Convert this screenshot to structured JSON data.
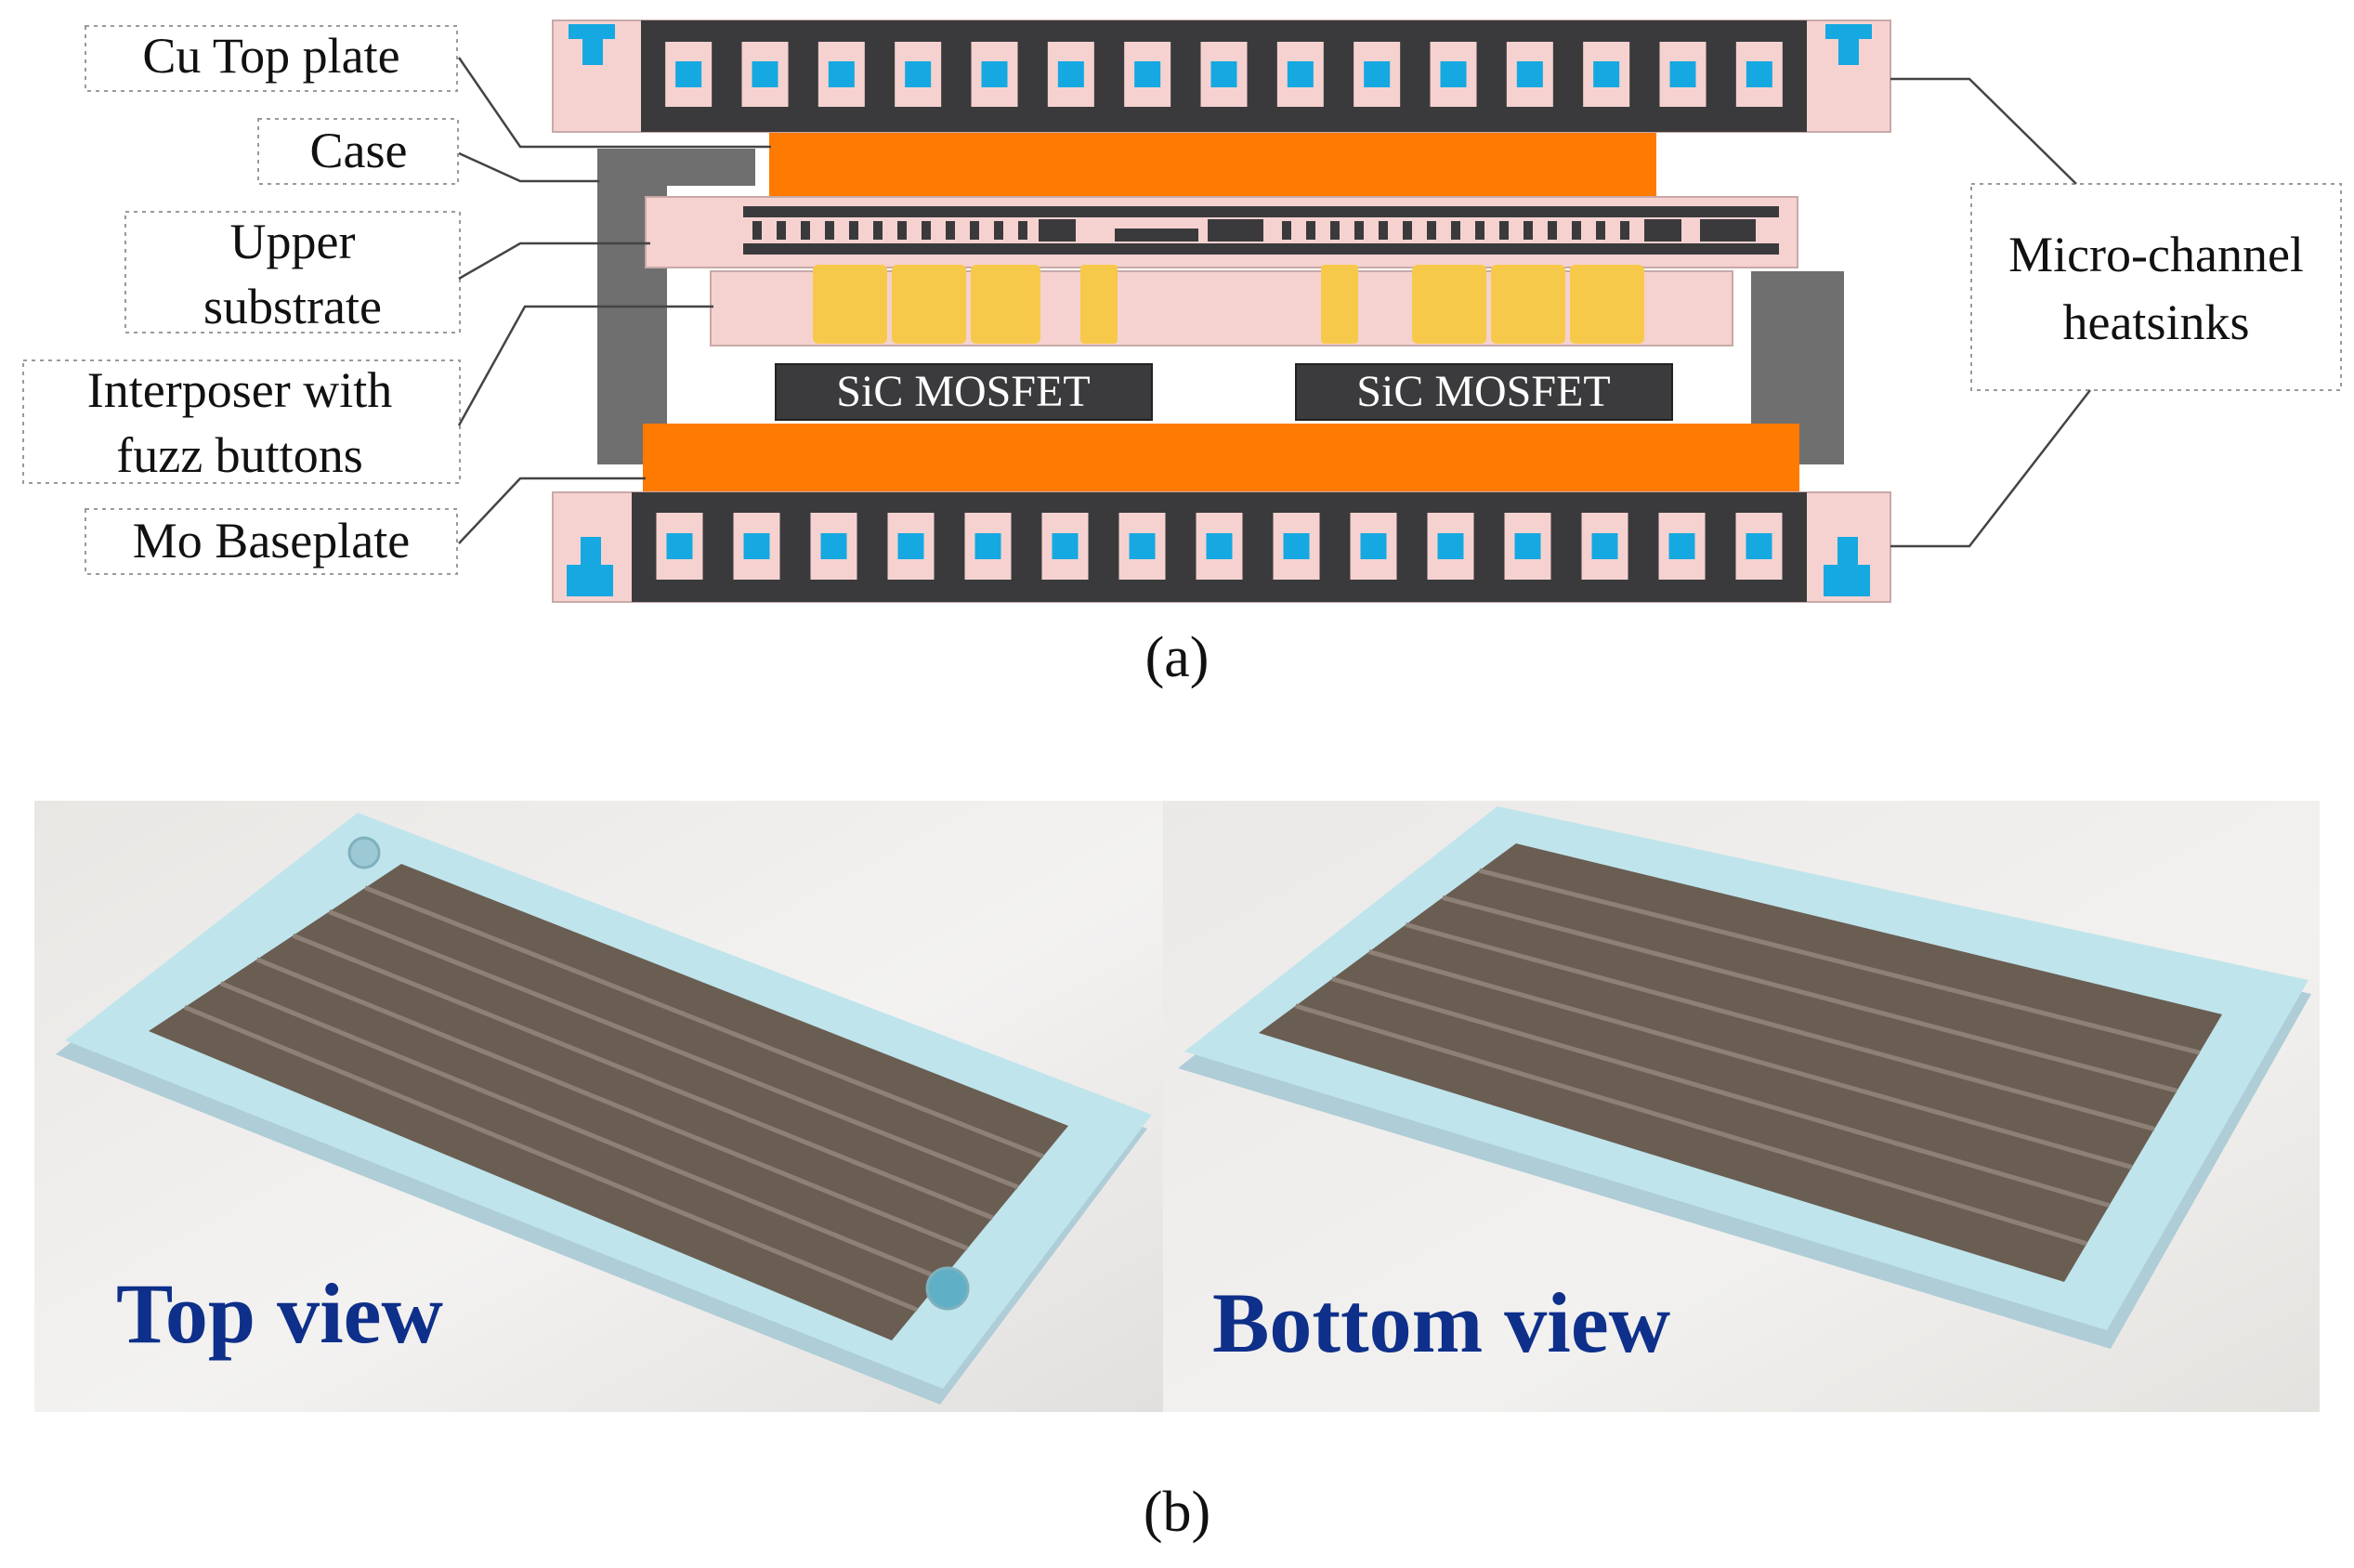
{
  "panel_a": {
    "caption": "(a)",
    "labels": {
      "cu_top_plate": "Cu Top plate",
      "case": "Case",
      "upper_substrate_line1": "Upper",
      "upper_substrate_line2": "substrate",
      "interposer_line1": "Interposer with",
      "interposer_line2": "fuzz buttons",
      "mo_baseplate": "Mo Baseplate",
      "heatsinks_line1": "Micro-channel",
      "heatsinks_line2": "heatsinks"
    },
    "chips": {
      "left": "SiC MOSFET",
      "right": "SiC MOSFET"
    }
  },
  "panel_b": {
    "caption": "(b)",
    "top_view": "Top view",
    "bottom_view": "Bottom view"
  },
  "colors": {
    "heatsink_body": "#f5d2d0",
    "heatsink_core": "#3a3a3c",
    "channel": "#16a8e0",
    "orange_plate": "#ff7a00",
    "case_gray": "#6f6f6f",
    "fuzz_button": "#f7c94a",
    "chip_fill": "#3b3b3d",
    "photo_part": "#bfe4ec",
    "photo_plate": "#6a5d52",
    "view_text": "#0e2f8a"
  }
}
